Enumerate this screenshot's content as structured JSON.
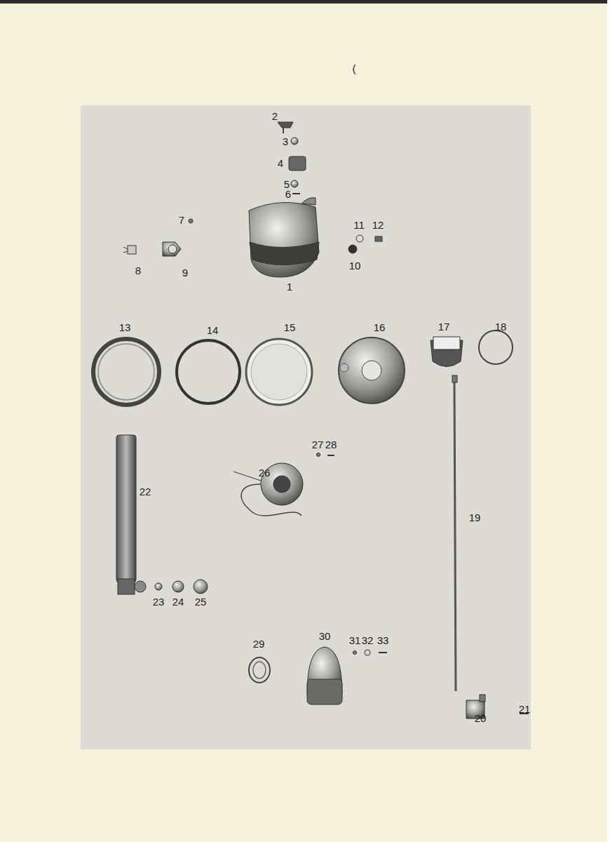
{
  "diagram": {
    "labels": [
      "(",
      "2",
      "3",
      "4",
      "5",
      "6",
      "7",
      "11",
      "12",
      "8",
      "9",
      "10",
      "1",
      "13",
      "14",
      "15",
      "16",
      "17",
      "18",
      "27",
      "28",
      "26",
      "22",
      "19",
      "23",
      "24",
      "25",
      "29",
      "30",
      "31",
      "32",
      "33",
      "20",
      "21"
    ]
  }
}
